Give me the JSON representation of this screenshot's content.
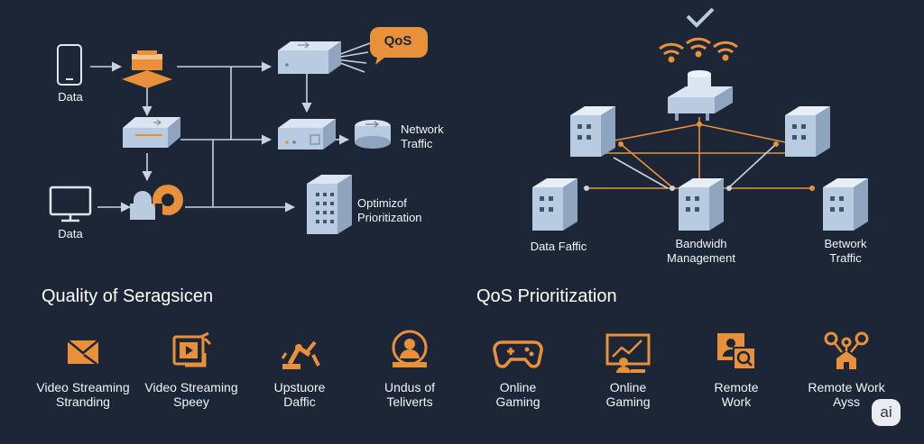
{
  "left_diagram": {
    "phone_label": "Data",
    "monitor_label": "Data",
    "qos_bubble": "QoS",
    "network_traffic": "Network\nTraffic",
    "optimize": "Optimizof\nPrioritization"
  },
  "right_diagram": {
    "data_traffic": "Data Faffic",
    "bandwidth": "Bandwidh\nManagement",
    "betwork": "Betwork\nTraffic"
  },
  "sections": {
    "left_title": "Quality of Seragsicen",
    "right_title": "QoS Prioritization"
  },
  "icons": [
    {
      "icon": "envelope-icon",
      "label": "Video Streaming\nStranding"
    },
    {
      "icon": "video-play-icon",
      "label": "Video Streaming\nSpeey"
    },
    {
      "icon": "robot-arm-icon",
      "label": "Upstuore\nDaffic"
    },
    {
      "icon": "user-badge-icon",
      "label": "Undus of\nTeliverts"
    },
    {
      "icon": "gamepad-icon",
      "label": "Online\nGaming"
    },
    {
      "icon": "monitor-chart-icon",
      "label": "Online\nGaming"
    },
    {
      "icon": "search-user-icon",
      "label": "Remote\nWork"
    },
    {
      "icon": "network-house-icon",
      "label": "Remote Work\nAyss"
    }
  ],
  "badge": "ai",
  "colors": {
    "background": "#1c2636",
    "accent_orange": "#e8913a",
    "device_blue": "#b9cbe0",
    "line": "#c8d3e0"
  }
}
